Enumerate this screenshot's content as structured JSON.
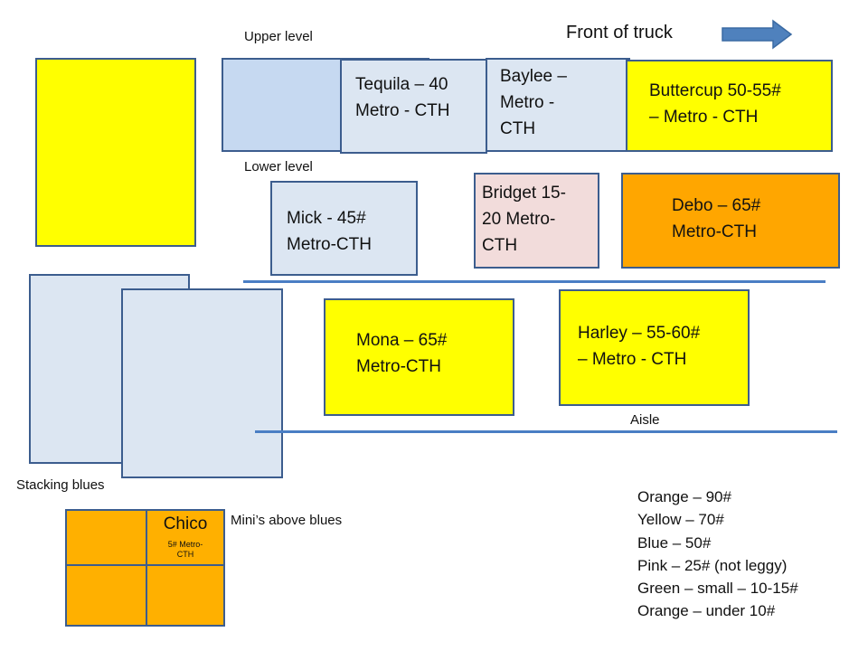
{
  "header": {
    "front_label": "Front of truck",
    "arrow_icon": "right-arrow-icon",
    "upper_label": "Upper level",
    "lower_label": "Lower level"
  },
  "colors": {
    "yellow": "#ffff00",
    "orange": "#ffb000",
    "dark_orange": "#ffa600",
    "light_blue": "#c6d9f1",
    "pale_blue": "#dce6f2",
    "pink": "#f2dcdb",
    "border": "#3c5d8e",
    "aisle_line": "#4a7ec4"
  },
  "crates": {
    "tequila": "Tequila – 40\nMetro - CTH",
    "baylee": "Baylee –\nMetro -\nCTH",
    "buttercup": "Buttercup 50-55#\n– Metro - CTH",
    "mick": "Mick - 45#\nMetro-CTH",
    "bridget": "Bridget 15-\n20 Metro-\nCTH",
    "debo": "Debo – 65#\nMetro-CTH",
    "mona": "Mona – 65#\nMetro-CTH",
    "harley": "Harley – 55-60#\n– Metro - CTH",
    "chico_name": "Chico",
    "chico_detail": "5# Metro-\nCTH"
  },
  "labels": {
    "aisle": "Aisle",
    "stacking_blues": "Stacking blues",
    "minis": "Mini’s above blues"
  },
  "legend": [
    "Orange – 90#",
    "Yellow – 70#",
    "Blue – 50#",
    "Pink – 25# (not leggy)",
    "Green – small – 10-15#",
    "Orange – under 10#"
  ]
}
